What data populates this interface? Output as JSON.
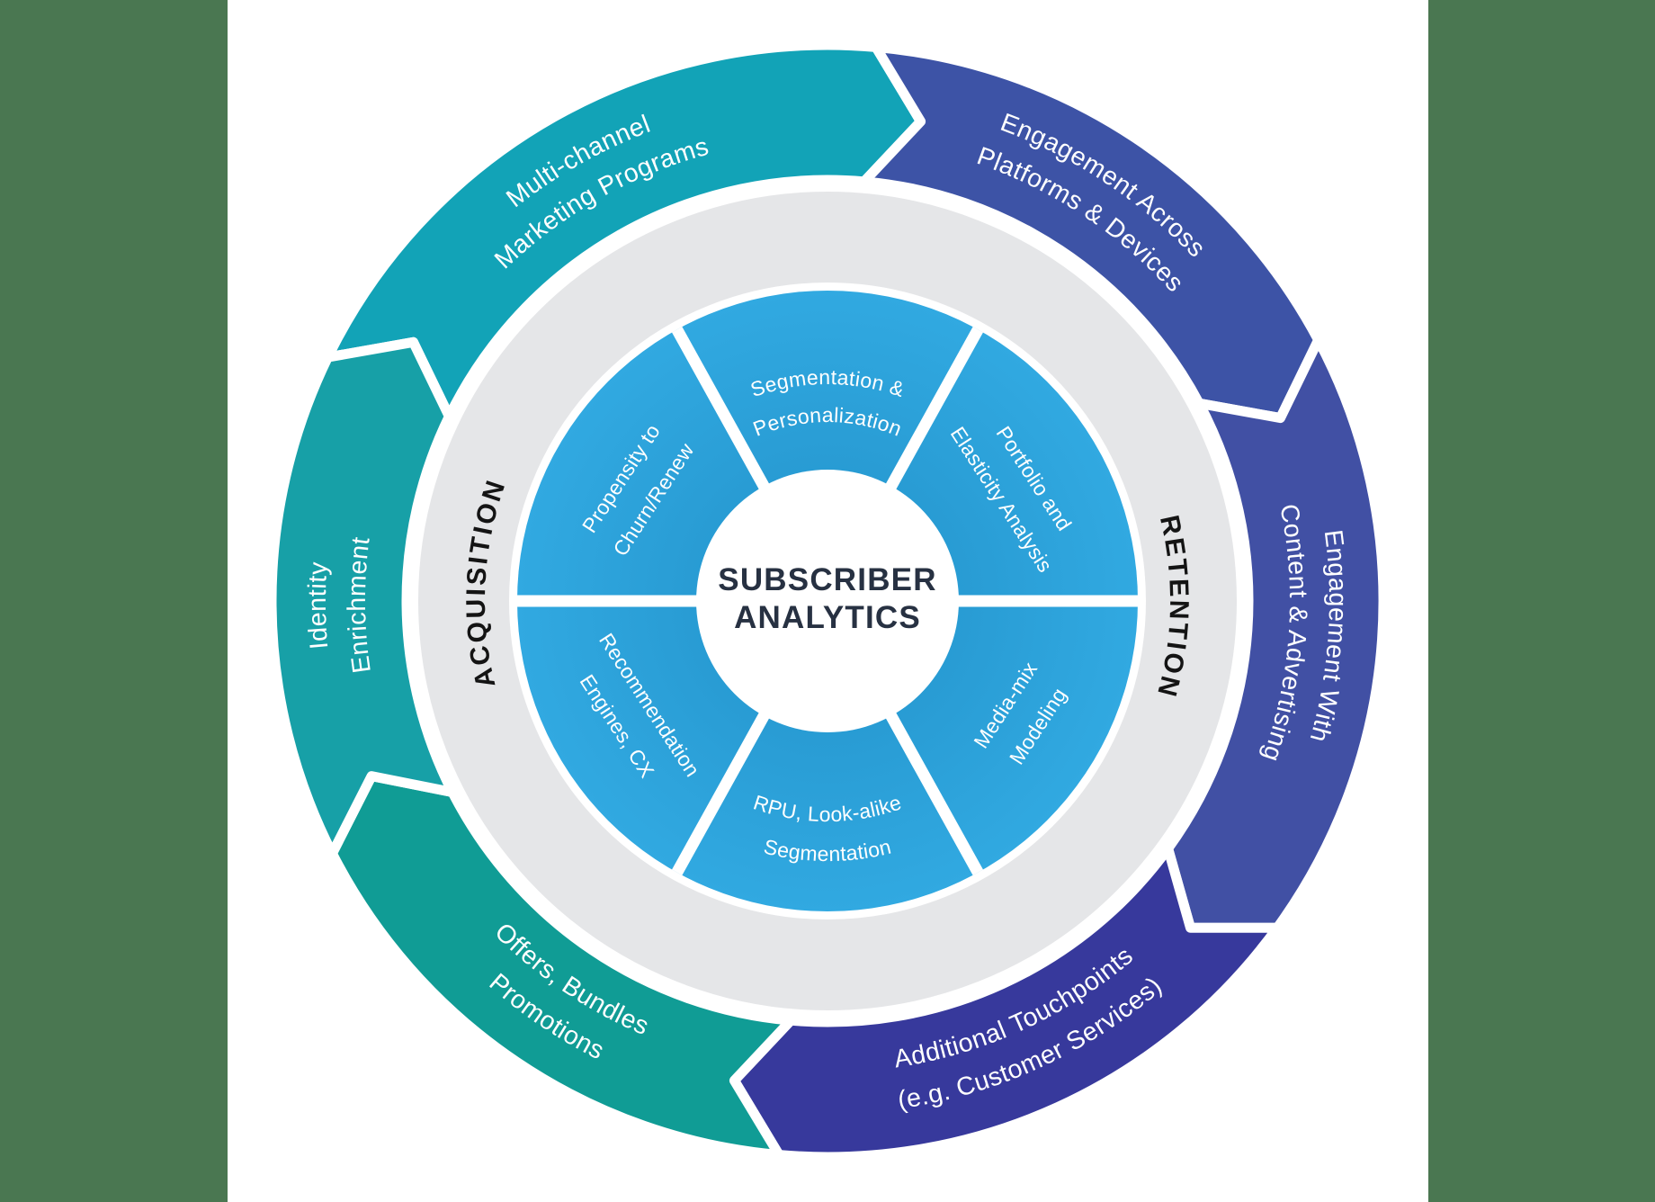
{
  "title": "Subscriber Analytics lifecycle wheel",
  "side_bars": {
    "color": "#4A7751",
    "left_width": 253,
    "right_start": 1588
  },
  "center": {
    "lines": [
      "SUBSCRIBER",
      "ANALYTICS"
    ],
    "text_color": "#273142",
    "fill": "#ffffff"
  },
  "phase_labels": [
    {
      "name": "acquisition",
      "text": "ACQUISITION",
      "mid_angle": 273
    },
    {
      "name": "retention",
      "text": "RETENTION",
      "mid_angle": 91
    }
  ],
  "middle_ring": {
    "color": "#E5E6E8"
  },
  "outer_ring": {
    "label_color": "#ffffff",
    "segments": [
      {
        "name": "multi-channel-marketing",
        "lines": [
          "Multi-channel",
          "Marketing Programs"
        ],
        "color": "#12A3B7",
        "start": 296,
        "end": 365,
        "mid": 330.5,
        "text_dir": "cw"
      },
      {
        "name": "engagement-across-platforms",
        "lines": [
          "Engagement Across",
          "Platforms & Devices"
        ],
        "color": "#3D53A6",
        "start": 5,
        "end": 62,
        "mid": 33.5,
        "text_dir": "cw"
      },
      {
        "name": "engagement-content-advertising",
        "lines": [
          "Engagement With",
          "Content & Advertising"
        ],
        "color": "#4150A4",
        "start": 62,
        "end": 126,
        "mid": 94,
        "text_dir": "cw"
      },
      {
        "name": "additional-touchpoints",
        "lines": [
          "Additional Touchpoints",
          "(e.g. Customer Services)"
        ],
        "color": "#37399C",
        "start": 126,
        "end": 185,
        "mid": 155.5,
        "text_dir": "ccw"
      },
      {
        "name": "offers-bundles-promotions",
        "lines": [
          "Offers, Bundles",
          "Promotions"
        ],
        "color": "#109C95",
        "start": 185,
        "end": 243,
        "mid": 214,
        "text_dir": "ccw"
      },
      {
        "name": "identity-enrichment",
        "lines": [
          "Identity",
          "Enrichment"
        ],
        "color": "#17A0A7",
        "start": 243,
        "end": 296,
        "mid": 269.5,
        "text_dir": "cw"
      }
    ]
  },
  "inner_wheel": {
    "color_inner": "#289BD3",
    "color_outer": "#31A9E1",
    "divider_color": "#ffffff",
    "boundaries": [
      29,
      90,
      151,
      209,
      270,
      331
    ],
    "segments": [
      {
        "name": "segmentation-personalization",
        "lines": [
          "Segmentation &",
          "Personalization"
        ],
        "kind": "arc-top"
      },
      {
        "name": "portfolio-elasticity",
        "lines": [
          "Portfolio and",
          "Elasticity Analysis"
        ],
        "kind": "diagonal",
        "angle": 59.5,
        "rotation": 57
      },
      {
        "name": "media-mix-modeling",
        "lines": [
          "Media-mix",
          "Modeling"
        ],
        "kind": "diagonal",
        "angle": 120.5,
        "rotation": -57
      },
      {
        "name": "rpu-lookalike-segmentation",
        "lines": [
          "RPU, Look-alike",
          "Segmentation"
        ],
        "kind": "arc-bottom"
      },
      {
        "name": "recommendation-engines-cx",
        "lines": [
          "Recommendation",
          "Engines, CX"
        ],
        "kind": "diagonal",
        "angle": 239.5,
        "rotation": 57
      },
      {
        "name": "propensity-churn-renew",
        "lines": [
          "Propensity to",
          "Churn/Renew"
        ],
        "kind": "diagonal",
        "angle": 300.5,
        "rotation": -57
      }
    ]
  }
}
